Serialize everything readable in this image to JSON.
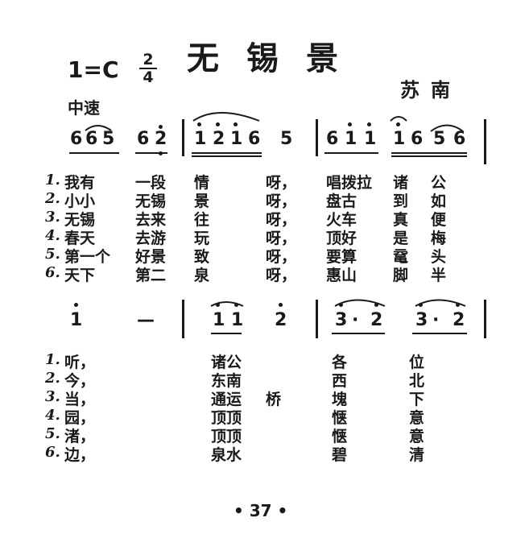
{
  "title": "无锡景",
  "key": "1=C",
  "meter": {
    "top": "2",
    "bottom": "4"
  },
  "region": "苏南",
  "tempo": "中速",
  "page_number": "• 37 •",
  "staff1": {
    "m1": [
      "6",
      "6",
      "5",
      "6",
      "2"
    ],
    "m2": [
      "1",
      "2",
      "1",
      "6",
      "5"
    ],
    "m3": [
      "6",
      "1",
      "1",
      "1",
      "6",
      "5",
      "6"
    ]
  },
  "staff2": {
    "m1": [
      "1",
      "—"
    ],
    "m2": [
      "1",
      "1",
      "2"
    ],
    "m3": [
      "3",
      "·",
      "2",
      "3",
      "·",
      "2"
    ]
  },
  "lyrics1": [
    {
      "n": "1.",
      "c": [
        "我有",
        "一段",
        "情",
        "呀，",
        "唱拨拉",
        "诸",
        "公"
      ]
    },
    {
      "n": "2.",
      "c": [
        "小小",
        "无锡",
        "景",
        "呀，",
        "盘古",
        "到",
        "如"
      ]
    },
    {
      "n": "3.",
      "c": [
        "无锡",
        "去来",
        "往",
        "呀，",
        "火车",
        "真",
        "便"
      ]
    },
    {
      "n": "4.",
      "c": [
        "春天",
        "去游",
        "玩",
        "呀，",
        "顶好",
        "是",
        "梅"
      ]
    },
    {
      "n": "5.",
      "c": [
        "第一个",
        "好景",
        "致",
        "呀，",
        "要算",
        "鼋",
        "头"
      ]
    },
    {
      "n": "6.",
      "c": [
        "天下",
        "第二",
        "泉",
        "呀，",
        "惠山",
        "脚",
        "半"
      ]
    }
  ],
  "lyrics2": [
    {
      "n": "1.",
      "c": [
        "听，",
        "诸公",
        "",
        "各",
        "位"
      ]
    },
    {
      "n": "2.",
      "c": [
        "今，",
        "东南",
        "",
        "西",
        "北"
      ]
    },
    {
      "n": "3.",
      "c": [
        "当，",
        "通运",
        "桥",
        "塊",
        "下"
      ]
    },
    {
      "n": "4.",
      "c": [
        "园，",
        "顶顶",
        "",
        "惬",
        "意"
      ]
    },
    {
      "n": "5.",
      "c": [
        "渚，",
        "顶顶",
        "",
        "惬",
        "意"
      ]
    },
    {
      "n": "6.",
      "c": [
        "边，",
        "泉水",
        "",
        "碧",
        "清"
      ]
    }
  ]
}
